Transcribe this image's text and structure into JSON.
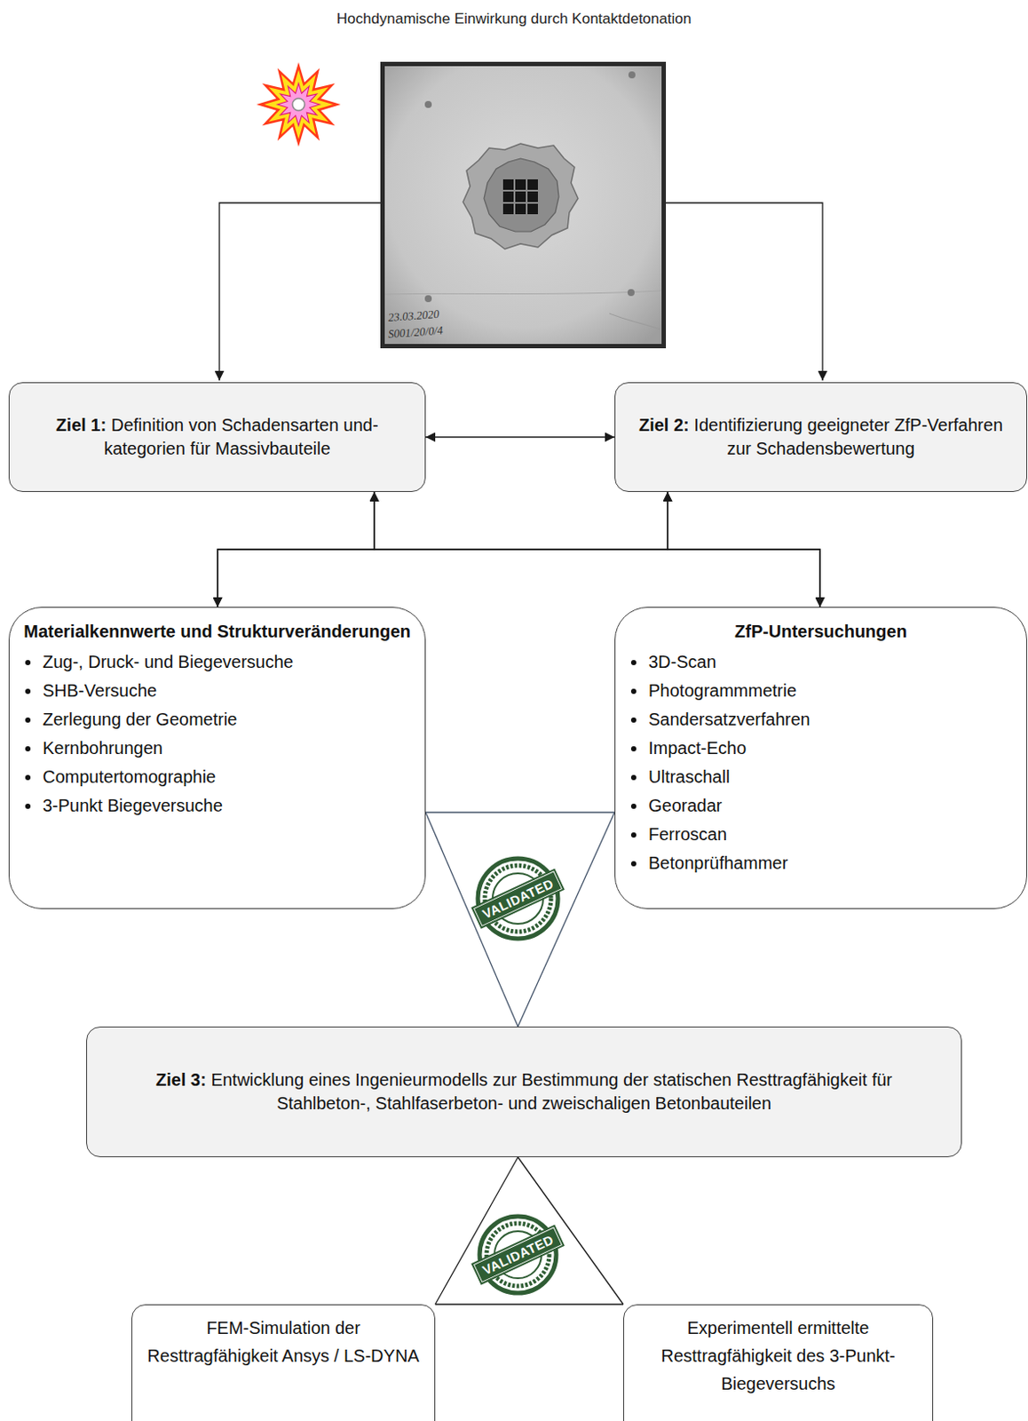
{
  "diagram": {
    "title": "Hochdynamische Einwirkung durch Kontaktdetonation",
    "nodes": [
      {
        "text": [
          "Ziel 1:",
          "Definition von Schadensarten und- kategorien für Massivbauteile"
        ]
      },
      {
        "text": [
          "Ziel 2:",
          "Identifizierung geeigneter ZfP-Verfahren zur Schadensbewertung"
        ]
      },
      {
        "text": [
          "Materialkennwerte und Strukturveränderungen",
          "Zug-, Druck- und Biegeversuche",
          "SHB-Versuche",
          "Zerlegung der Geometrie",
          "Kernbohrungen",
          "Computertomographie",
          "3-Punkt Biegeversuche"
        ]
      },
      {
        "text": [
          "ZfP-Untersuchungen",
          "3D-Scan",
          "Photogrammmetrie",
          "Sandersatzverfahren",
          "Impact-Echo",
          "Ultraschall",
          "Georadar",
          "Ferroscan",
          "Betonprüfhammer"
        ]
      },
      {
        "text": [
          "Ziel 3:",
          "Entwicklung eines Ingenieurmodells zur Bestimmung der statischen Resttragfähigkeit für Stahlbeton-, Stahlfaserbeton- und zweischaligen Betonbauteilen"
        ]
      },
      {
        "text": [
          "FEM-Simulation der Resttragfähigkeit Ansys / LS-DYNA"
        ]
      },
      {
        "text": [
          "Experimentell ermittelte Resttragfähigkeit des 3-Punkt-Biegeversuchs"
        ]
      }
    ],
    "edges": [
      {
        "from": 0,
        "to": 1,
        "arrow": "both"
      },
      {
        "from": 2,
        "to": 0,
        "arrow": "both"
      },
      {
        "from": 2,
        "to": 1,
        "arrow": "both"
      },
      {
        "from": 3,
        "to": 0,
        "arrow": "both"
      },
      {
        "from": 3,
        "to": 1,
        "arrow": "both"
      },
      {
        "from": 2,
        "to": 3,
        "arrow": "none"
      },
      {
        "from": 2,
        "to": 4,
        "arrow": "none"
      },
      {
        "from": 3,
        "to": 4,
        "arrow": "none"
      },
      {
        "from": 4,
        "to": 5,
        "arrow": "none"
      },
      {
        "from": 4,
        "to": 6,
        "arrow": "none"
      },
      {
        "from": 5,
        "to": 6,
        "arrow": "none"
      }
    ],
    "labels": [
      "23.03.2020",
      "S001/20/0/4",
      "VALIDATED",
      "VALIDATED"
    ]
  }
}
